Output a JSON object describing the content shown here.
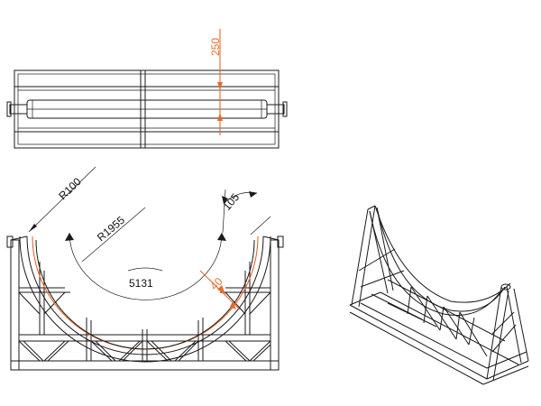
{
  "dimensions": {
    "height_250": "250",
    "radius_outer": "R100",
    "radius_inner": "R1955",
    "arc_length": "5131",
    "thickness": "40",
    "offset": "105"
  },
  "colors": {
    "highlight": "#e8692b",
    "line": "#1a1a1a",
    "background": "#ffffff"
  }
}
